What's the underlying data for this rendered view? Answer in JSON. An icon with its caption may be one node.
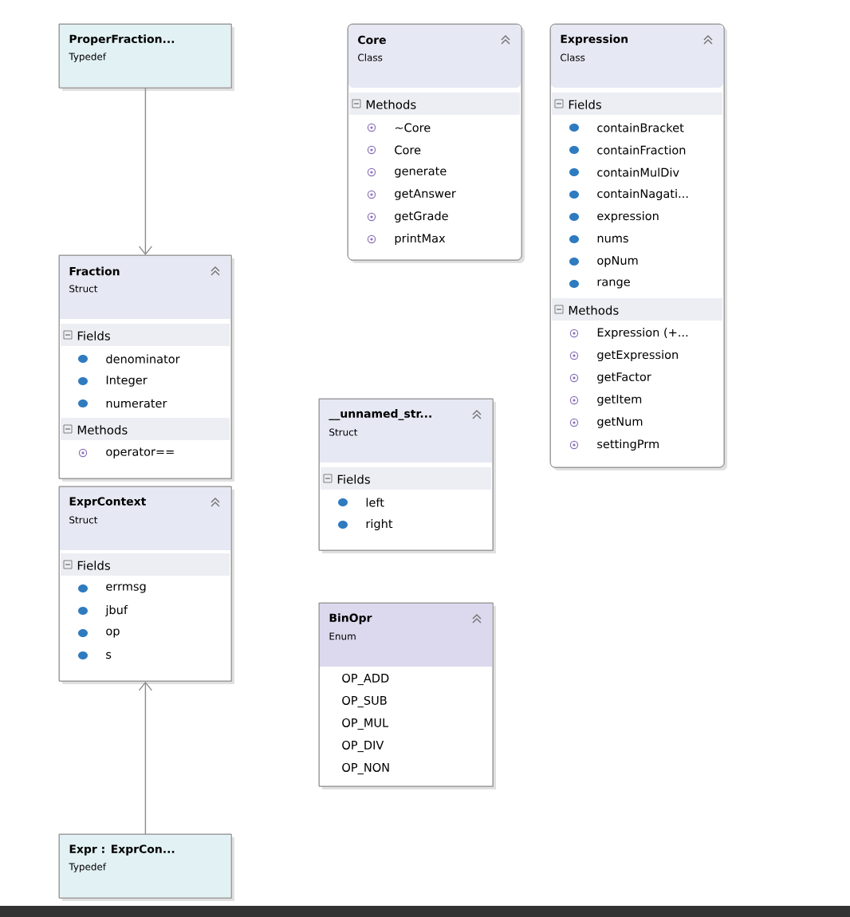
{
  "diagram": {
    "nodes": [
      {
        "text": [
          "ProperFraction...",
          "Typedef"
        ]
      },
      {
        "text": [
          "Core",
          "Class"
        ]
      },
      {
        "text": [
          "Methods",
          "~Core",
          "Core",
          "generate",
          "getAnswer",
          "getGrade",
          "printMax"
        ],
        "in": 1
      },
      {
        "text": [
          "Expression",
          "Class"
        ]
      },
      {
        "text": [
          "Fields",
          "containBracket",
          "containFraction",
          "containMulDiv",
          "containNagati...",
          "expression",
          "nums",
          "opNum",
          "range"
        ],
        "in": 3
      },
      {
        "text": [
          "Methods",
          "Expression (+...",
          "getExpression",
          "getFactor",
          "getItem",
          "getNum",
          "settingPrm"
        ],
        "in": 3
      },
      {
        "text": [
          "Fraction",
          "Struct"
        ]
      },
      {
        "text": [
          "Fields",
          "denominator",
          "Integer",
          "numerater"
        ],
        "in": 6
      },
      {
        "text": [
          "Methods",
          "operator=="
        ],
        "in": 6
      },
      {
        "text": [
          "__unnamed_str...",
          "Struct"
        ]
      },
      {
        "text": [
          "Fields",
          "left",
          "right"
        ],
        "in": 9
      },
      {
        "text": [
          "ExprContext",
          "Struct"
        ]
      },
      {
        "text": [
          "Fields",
          "errmsg",
          "jbuf",
          "op",
          "s"
        ],
        "in": 11
      },
      {
        "text": [
          "BinOpr",
          "Enum"
        ]
      },
      {
        "text": [
          "OP_ADD",
          "OP_SUB",
          "OP_MUL",
          "OP_DIV",
          "OP_NON"
        ],
        "in": 13
      },
      {
        "text": [
          "Expr : ExprCon...",
          "Typedef"
        ]
      }
    ],
    "edges": [
      {
        "from": 0,
        "to": 6,
        "arrow": "to"
      },
      {
        "from": 15,
        "to": 11,
        "arrow": "to"
      }
    ]
  }
}
